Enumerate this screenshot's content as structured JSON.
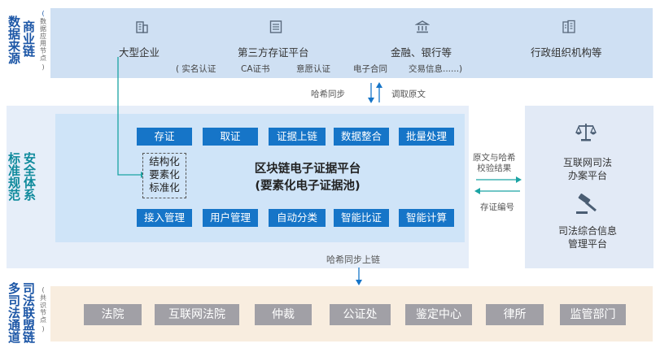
{
  "sections": {
    "top": {
      "title": "商业链",
      "subtitle": "数据应用节点",
      "side": "数据来源"
    },
    "middle": {
      "title": "安全体系",
      "side": "标准规范"
    },
    "bottom": {
      "title": "司法联盟链",
      "subtitle": "共识节点",
      "side": "多司法通道"
    }
  },
  "sources": [
    {
      "label": "大型企业",
      "icon": "building-icon"
    },
    {
      "label": "第三方存证平台",
      "icon": "server-icon"
    },
    {
      "label": "金融、银行等",
      "icon": "bank-icon"
    },
    {
      "label": "行政组织机构等",
      "icon": "office-building-icon"
    }
  ],
  "source_details": [
    "( 实名认证",
    "CA证书",
    "意愿认证",
    "电子合同",
    "交易信息......)"
  ],
  "sync_labels": {
    "hash_sync": "哈希同步",
    "fetch_original": "调取原文",
    "hash_sync_up": "哈希同步上链"
  },
  "platform": {
    "title_line1": "区块链电子证据平台",
    "title_line2": "(要素化电子证据池)",
    "top_buttons": [
      "存证",
      "取证",
      "证据上链",
      "数据整合",
      "批量处理"
    ],
    "bottom_buttons": [
      "接入管理",
      "用户管理",
      "自动分类",
      "智能比证",
      "智能计算"
    ],
    "process": [
      "结构化",
      "要素化",
      "标准化"
    ]
  },
  "exchange": {
    "to_right": "原文与哈希\n校验结果",
    "to_left": "存证编号"
  },
  "right_platforms": [
    {
      "line1": "互联网司法",
      "line2": "办案平台",
      "icon": "scales-icon"
    },
    {
      "line1": "司法综合信息",
      "line2": "管理平台",
      "icon": "gavel-icon"
    }
  ],
  "consensus_nodes": [
    "法院",
    "互联网法院",
    "仲裁",
    "公证处",
    "鉴定中心",
    "律所",
    "监管部门"
  ],
  "colors": {
    "blue_button": "#1675c8",
    "gray_button": "#a1a0a6",
    "top_band": "#cfe0f3",
    "bottom_band": "#f8eddf",
    "title_blue": "#1c56a6",
    "title_teal": "#0f8a9c",
    "arrow_teal": "#1aa3a3"
  }
}
